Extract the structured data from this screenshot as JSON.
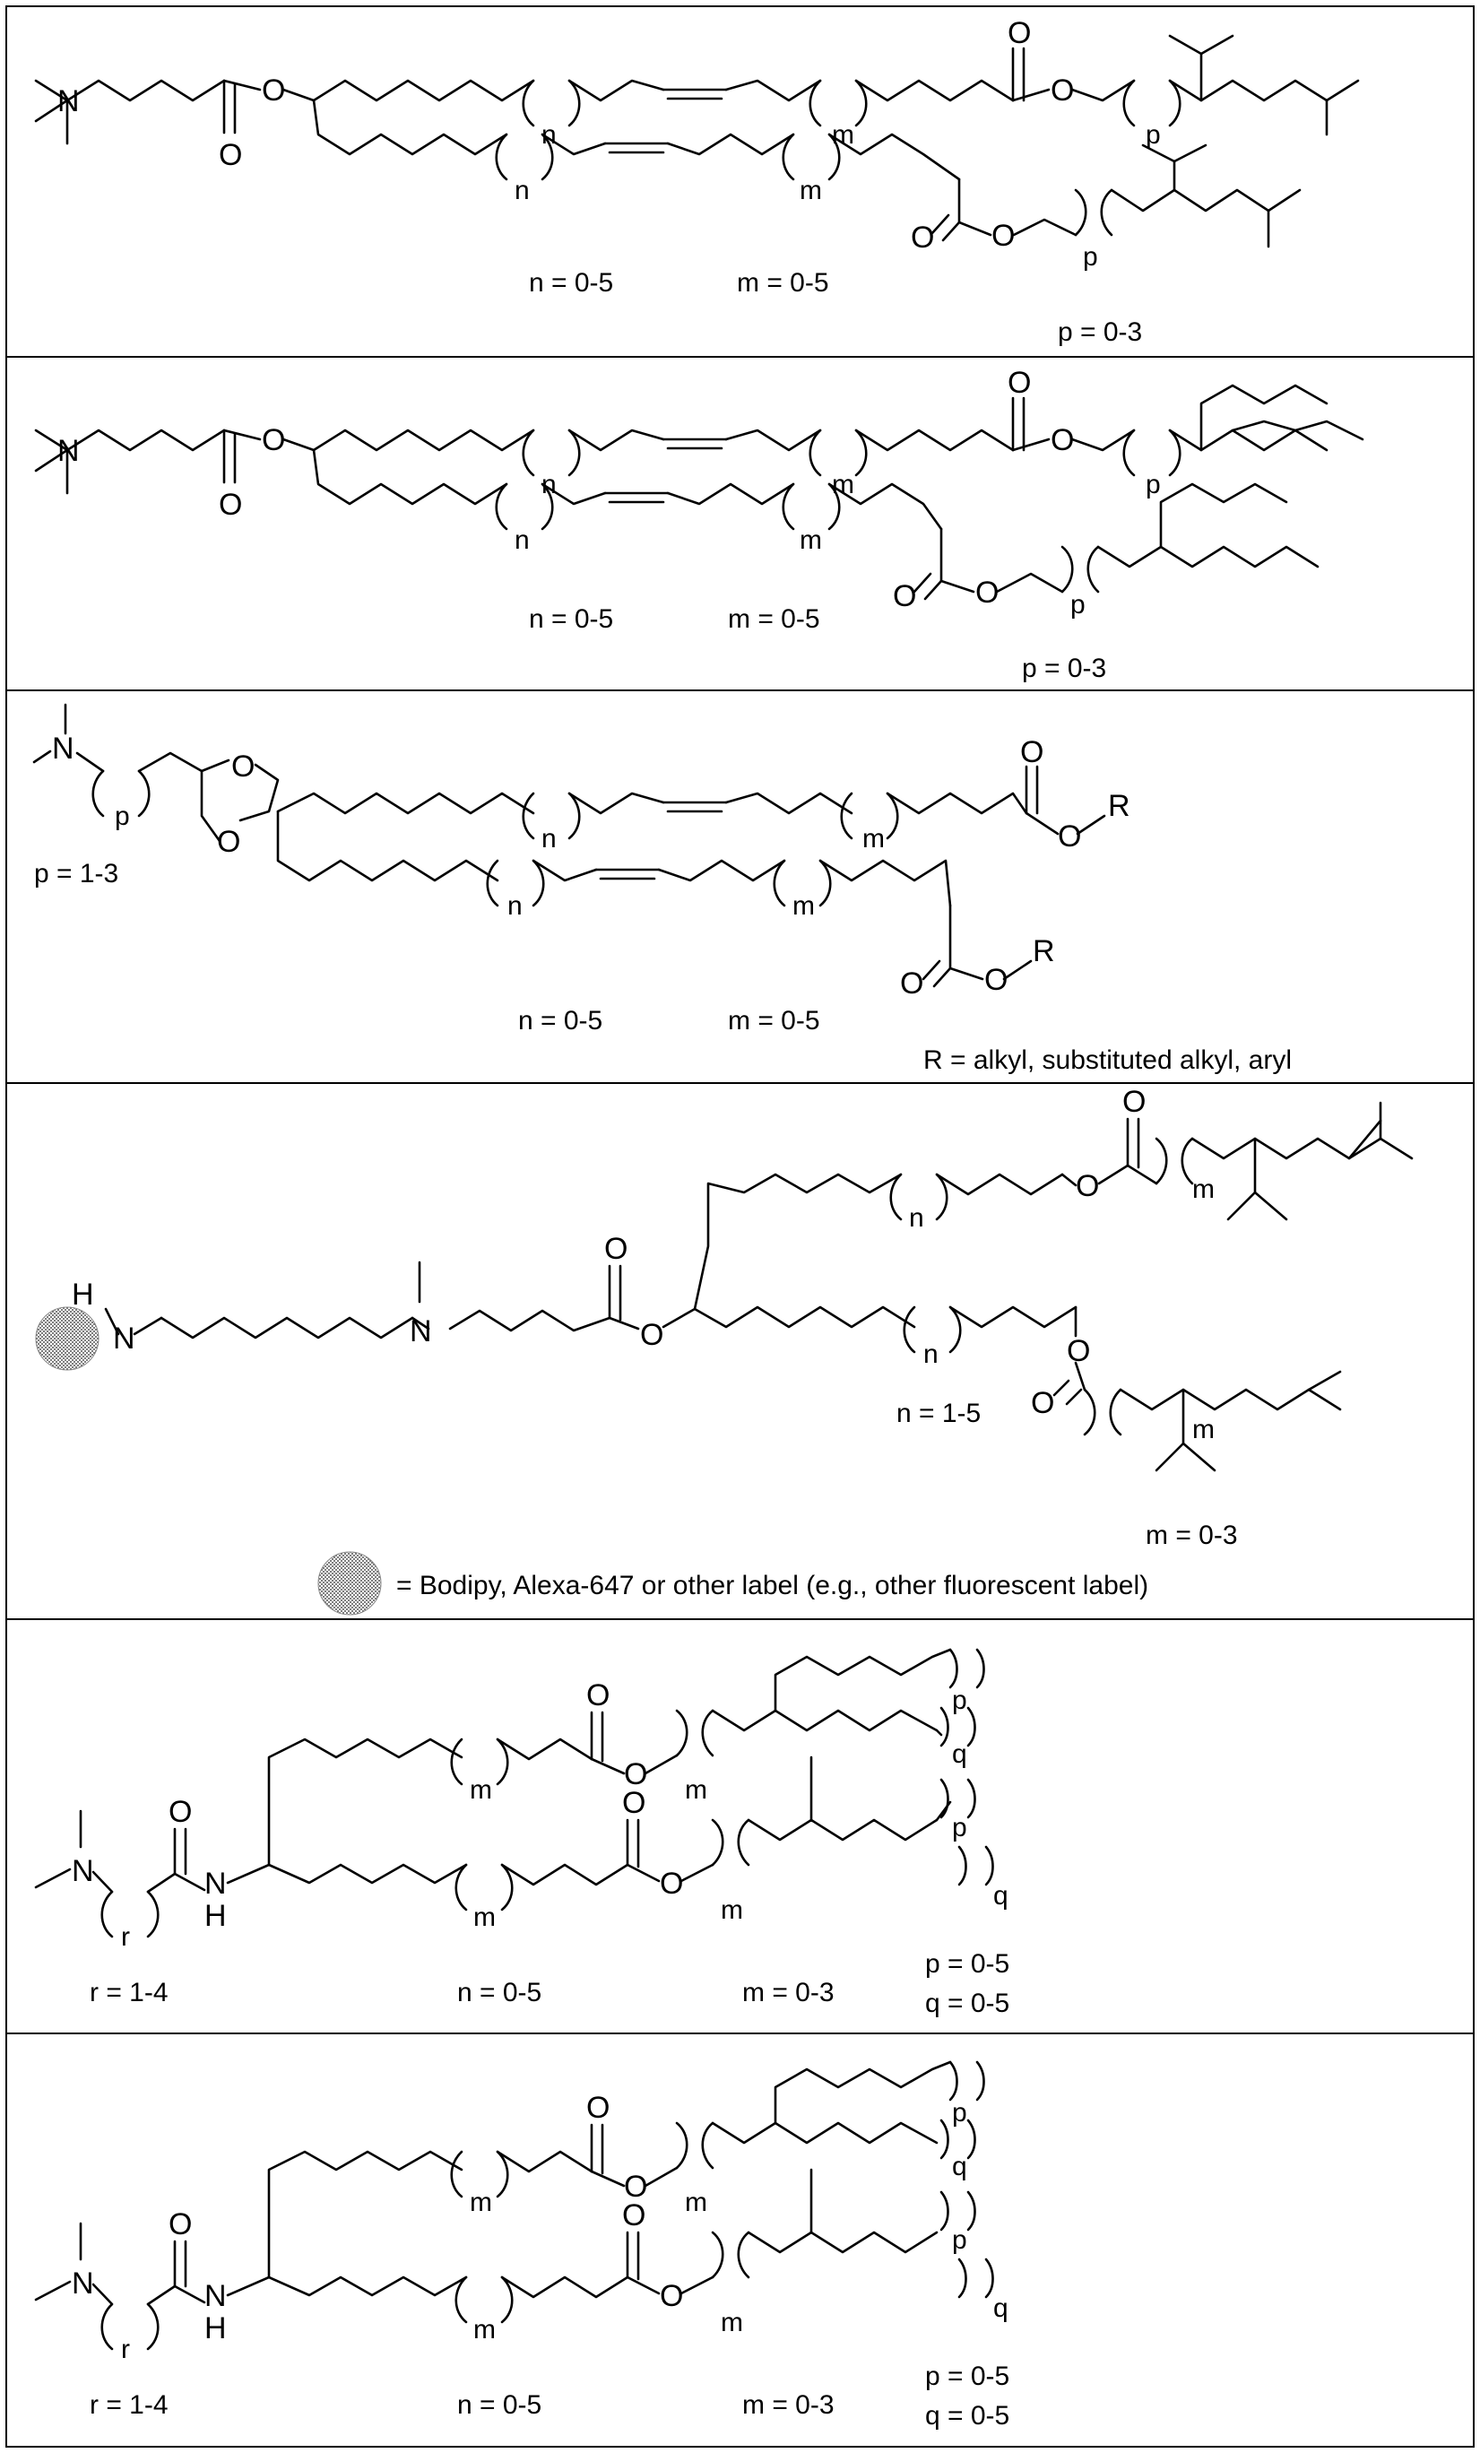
{
  "panels": [
    {
      "id": 1,
      "atoms": {
        "nitrogen": "N",
        "oxygen": "O"
      },
      "index_letters": [
        "n",
        "m",
        "p",
        "n",
        "m",
        "p"
      ],
      "ranges": [
        "n = 0-5",
        "m = 0-5",
        "p = 0-3"
      ]
    },
    {
      "id": 2,
      "atoms": {
        "nitrogen": "N",
        "oxygen": "O"
      },
      "index_letters": [
        "n",
        "m",
        "p",
        "n",
        "m",
        "p"
      ],
      "ranges": [
        "n = 0-5",
        "m = 0-5",
        "p = 0-3"
      ]
    },
    {
      "id": 3,
      "atoms": {
        "nitrogen": "N",
        "oxygen": "O",
        "r_group": "R"
      },
      "index_letters": [
        "p",
        "n",
        "m",
        "n",
        "m"
      ],
      "ranges": [
        "p = 1-3",
        "n = 0-5",
        "m = 0-5"
      ],
      "note": "R = alkyl, substituted alkyl, aryl"
    },
    {
      "id": 4,
      "atoms": {
        "nitrogen": "N",
        "oxygen": "O",
        "hydrogen": "H"
      },
      "index_letters": [
        "n",
        "m",
        "n",
        "m"
      ],
      "ranges": [
        "n = 1-5",
        "m = 0-3"
      ],
      "legend": "= Bodipy, Alexa-647 or other label (e.g., other fluorescent label)"
    },
    {
      "id": 5,
      "atoms": {
        "nitrogen": "N",
        "oxygen": "O",
        "hydrogen": "H"
      },
      "index_letters": [
        "r",
        "m",
        "m",
        "p",
        "q",
        "m",
        "m",
        "p",
        "q"
      ],
      "ranges": [
        "r = 1-4",
        "n = 0-5",
        "m = 0-3",
        "p = 0-5",
        "q = 0-5"
      ]
    },
    {
      "id": 6,
      "atoms": {
        "nitrogen": "N",
        "oxygen": "O",
        "hydrogen": "H"
      },
      "index_letters": [
        "r",
        "m",
        "m",
        "p",
        "q",
        "m",
        "m",
        "p",
        "q"
      ],
      "ranges": [
        "r = 1-4",
        "n = 0-5",
        "m = 0-3",
        "p = 0-5",
        "q = 0-5"
      ]
    }
  ],
  "label_dot_color": "#9a9a9a"
}
